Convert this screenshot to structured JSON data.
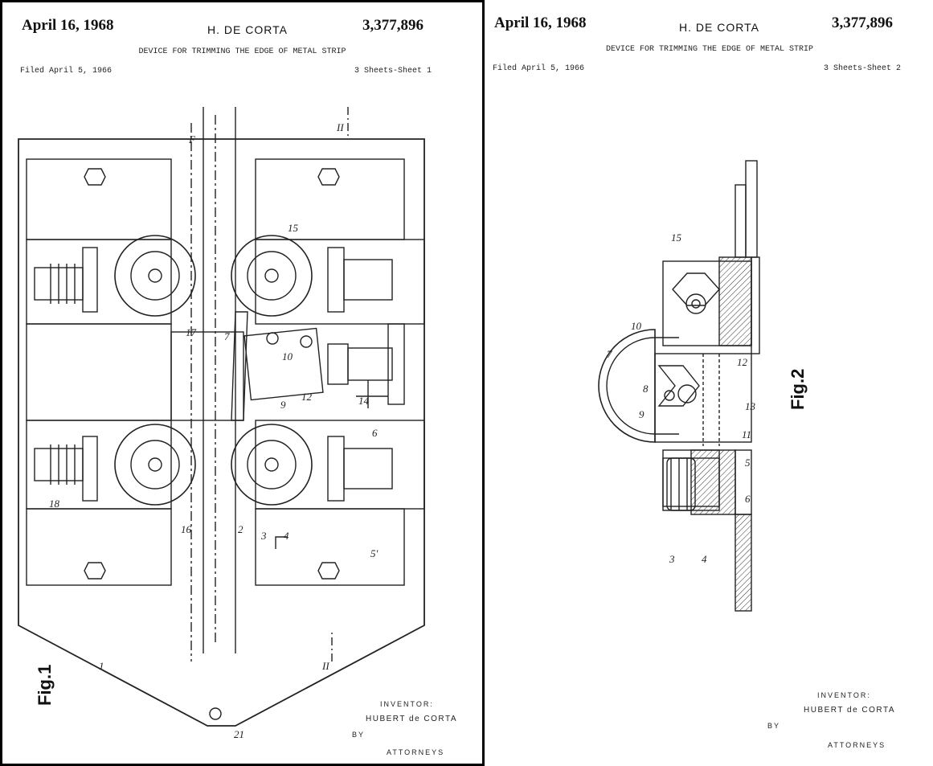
{
  "sheets": [
    {
      "date": "April 16, 1968",
      "inventor_short": "H. DE CORTA",
      "patent_number": "3,377,896",
      "title": "DEVICE FOR TRIMMING THE EDGE OF METAL STRIP",
      "filed": "Filed April 5, 1966",
      "sheet_info": "3 Sheets-Sheet 1",
      "figure_label": "Fig.1",
      "inventor_label": "INVENTOR:",
      "inventor_name": "HUBERT de CORTA",
      "by": "BY",
      "attorneys_label": "ATTORNEYS",
      "section_labels": {
        "top": "II",
        "bottom": "II"
      },
      "flow_label": "F",
      "reference_numerals": [
        "1",
        "2",
        "3",
        "4",
        "5'",
        "6",
        "7",
        "9",
        "10",
        "12",
        "14",
        "15",
        "16",
        "17",
        "18",
        "21"
      ]
    },
    {
      "date": "April 16, 1968",
      "inventor_short": "H. DE CORTA",
      "patent_number": "3,377,896",
      "title": "DEVICE FOR TRIMMING THE EDGE OF METAL STRIP",
      "filed": "Filed April 5, 1966",
      "sheet_info": "3 Sheets-Sheet 2",
      "figure_label": "Fig.2",
      "inventor_label": "INVENTOR:",
      "inventor_name": "HUBERT de CORTA",
      "by": "BY",
      "attorneys_label": "ATTORNEYS",
      "reference_numerals": [
        "3",
        "4",
        "5",
        "6",
        "7",
        "8",
        "9",
        "10",
        "11",
        "12",
        "13",
        "15"
      ]
    }
  ]
}
